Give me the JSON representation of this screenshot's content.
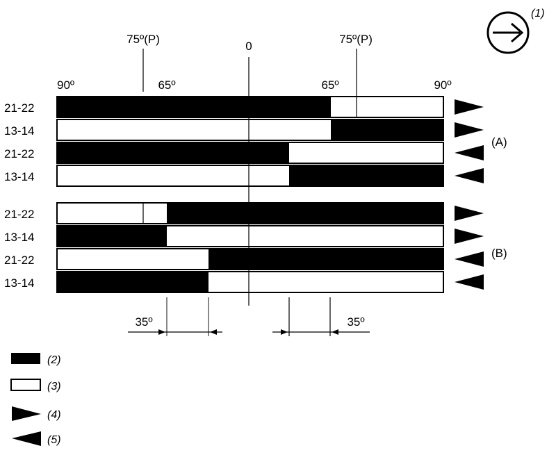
{
  "direction_symbol": {
    "icon": "right-arrow-in-circle-icon",
    "note": "(1)"
  },
  "top_labels": {
    "left": "75º(P)",
    "center": "0",
    "right": "75º(P)"
  },
  "scale_labels": [
    "90º",
    "65º",
    "65º",
    "90º"
  ],
  "group_labels": {
    "a": "(A)",
    "b": "(B)"
  },
  "rows": [
    {
      "label": "21-22",
      "arrow": "right"
    },
    {
      "label": "13-14",
      "arrow": "right"
    },
    {
      "label": "21-22",
      "arrow": "left"
    },
    {
      "label": "13-14",
      "arrow": "left"
    },
    {
      "label": "21-22",
      "arrow": "right"
    },
    {
      "label": "13-14",
      "arrow": "right"
    },
    {
      "label": "21-22",
      "arrow": "left"
    },
    {
      "label": "13-14",
      "arrow": "left"
    }
  ],
  "dimension_labels": {
    "left": "35º",
    "right": "35º"
  },
  "legend": [
    {
      "icon": "black-bar-icon",
      "label": "(2)"
    },
    {
      "icon": "white-bar-icon",
      "label": "(3)"
    },
    {
      "icon": "right-triangle-icon",
      "label": "(4)"
    },
    {
      "icon": "left-triangle-icon",
      "label": "(5)"
    }
  ],
  "colors": {
    "filled": "#000000",
    "empty": "#ffffff",
    "line": "#000000",
    "guide": "#888888"
  }
}
